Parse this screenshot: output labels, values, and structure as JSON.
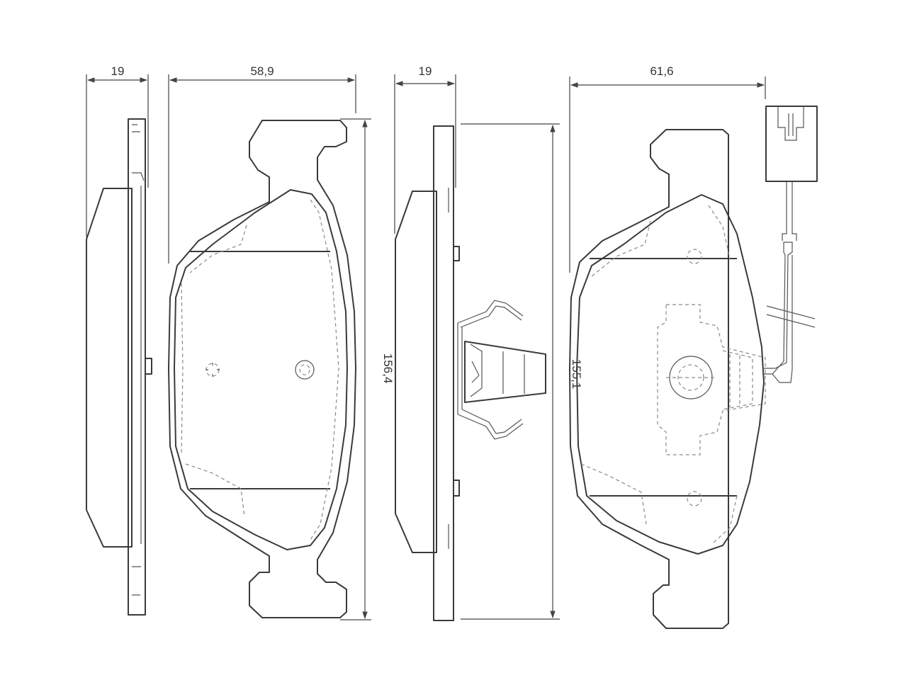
{
  "dimensions": {
    "side_view_1_thickness": "19",
    "pad_1_width": "58,9",
    "pad_1_height": "156,4",
    "side_view_2_thickness": "19",
    "pad_2_width": "61,6",
    "pad_2_height": "155,1"
  },
  "colors": {
    "line": "#3a3a3a",
    "hidden_line": "#8a8a8a",
    "background": "#ffffff"
  }
}
